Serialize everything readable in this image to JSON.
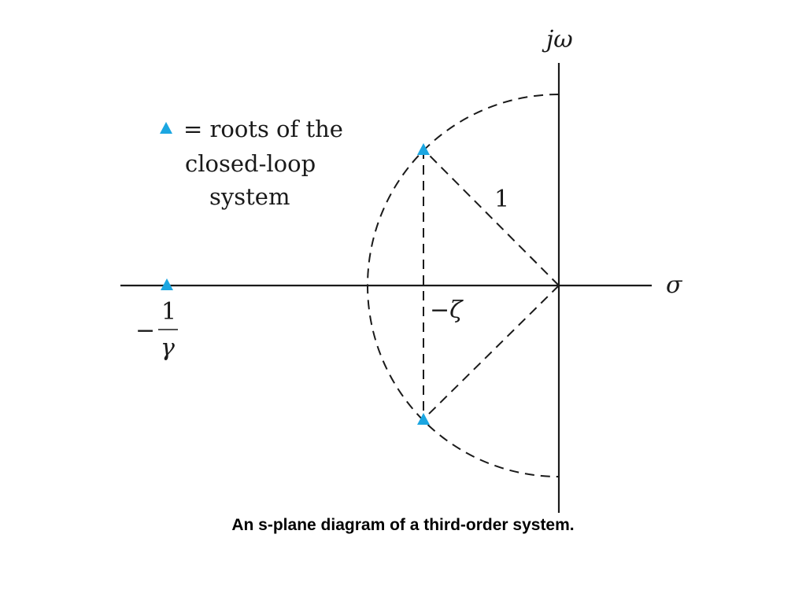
{
  "diagram": {
    "axis_labels": {
      "imaginary": "jω",
      "real": "σ"
    },
    "legend": {
      "lines": [
        "= roots of the",
        "closed-loop",
        "system"
      ],
      "marker_color": "#1ba6e1"
    },
    "radius_label": "1",
    "damping_label": "−ζ",
    "real_root_label": {
      "sign": "−",
      "numerator": "1",
      "denominator": "γ"
    },
    "roots": [
      "complex-upper",
      "complex-lower",
      "real"
    ]
  },
  "caption": "An s-plane diagram of a third-order system."
}
